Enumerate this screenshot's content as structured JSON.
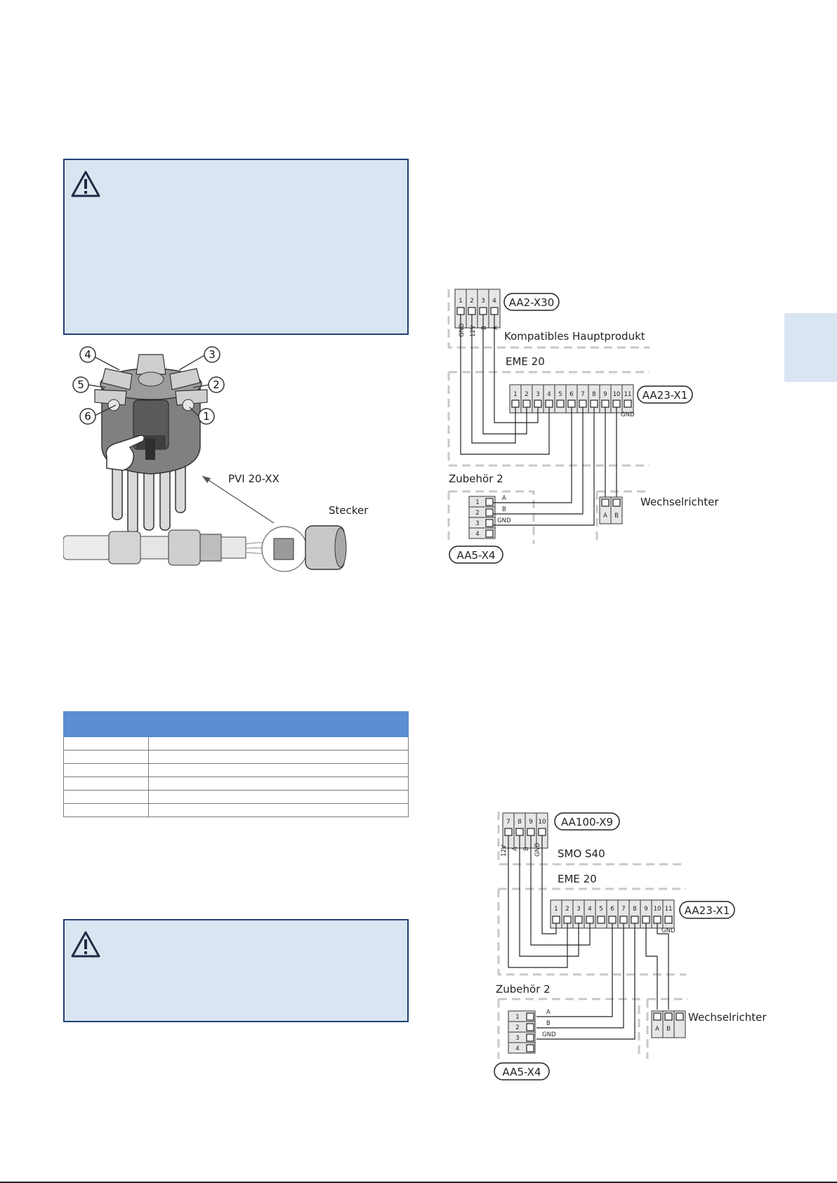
{
  "figure1": {
    "callouts": [
      "4",
      "3",
      "5",
      "2",
      "6",
      "1"
    ],
    "label_pvi": "PVI 20-XX",
    "label_stecker": "Stecker"
  },
  "diagram1": {
    "top_connector": "AA2-X30",
    "top_pins": [
      "1",
      "2",
      "3",
      "4"
    ],
    "top_pin_labels": [
      "GND",
      "12V",
      "B",
      "A"
    ],
    "top_product": "Kompatibles Hauptprodukt",
    "module": "EME 20",
    "main_connector": "AA23-X1",
    "main_pins": [
      "1",
      "2",
      "3",
      "4",
      "5",
      "6",
      "7",
      "8",
      "9",
      "10",
      "11"
    ],
    "gnd": "GND",
    "accessory": "Zubehör 2",
    "acc_pins": [
      "1",
      "2",
      "3",
      "4"
    ],
    "acc_wires": [
      "A",
      "B",
      "GND"
    ],
    "inverter": "Wechselrichter",
    "inverter_pins": [
      "A",
      "B"
    ],
    "acc_connector": "AA5-X4"
  },
  "diagram2": {
    "top_connector": "AA100-X9",
    "top_pins": [
      "7",
      "8",
      "9",
      "10"
    ],
    "top_pin_labels": [
      "12V",
      "A",
      "B",
      "GND"
    ],
    "top_product": "SMO S40",
    "module": "EME 20",
    "main_connector": "AA23-X1",
    "main_pins": [
      "1",
      "2",
      "3",
      "4",
      "5",
      "6",
      "7",
      "8",
      "9",
      "10",
      "11"
    ],
    "gnd": "GND",
    "accessory": "Zubehör 2",
    "acc_pins": [
      "1",
      "2",
      "3",
      "4"
    ],
    "acc_wires": [
      "A",
      "B",
      "GND"
    ],
    "inverter": "Wechselrichter",
    "inverter_pins": [
      "A",
      "B"
    ],
    "acc_connector": "AA5-X4"
  }
}
